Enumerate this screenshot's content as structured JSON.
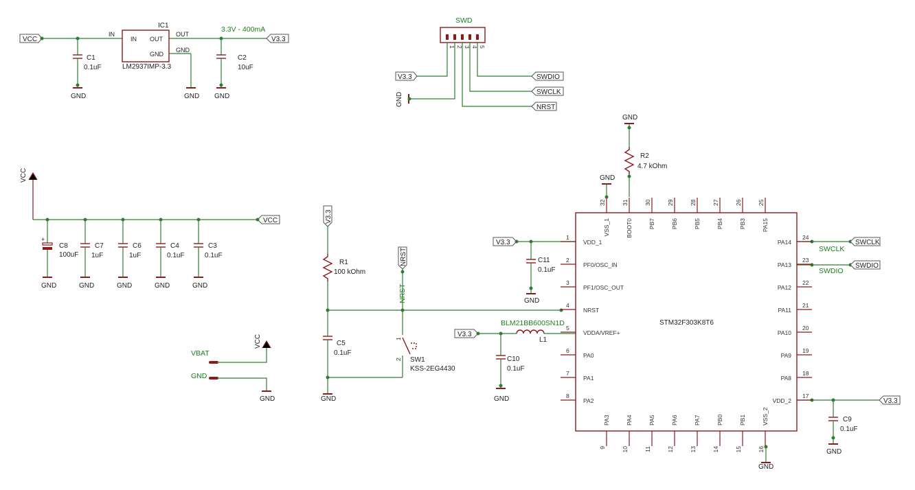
{
  "nets": {
    "vcc": "VCC",
    "v33": "V3.3",
    "gnd": "GND",
    "nrst": "NRST",
    "swdio": "SWDIO",
    "swclk": "SWCLK",
    "vbat": "VBAT"
  },
  "regulator": {
    "ref": "IC1",
    "part": "LM2937IMP-3.3",
    "pin_in": "IN",
    "pin_out": "OUT",
    "pin_gnd": "GND",
    "rail_label": "3.3V - 400mA"
  },
  "capacitors": {
    "c1": {
      "ref": "C1",
      "value": "0.1uF"
    },
    "c2": {
      "ref": "C2",
      "value": "10uF"
    },
    "c3": {
      "ref": "C3",
      "value": "0.1uF"
    },
    "c4": {
      "ref": "C4",
      "value": "0.1uF"
    },
    "c5": {
      "ref": "C5",
      "value": "0.1uF"
    },
    "c6": {
      "ref": "C6",
      "value": "1uF"
    },
    "c7": {
      "ref": "C7",
      "value": "1uF"
    },
    "c8": {
      "ref": "C8",
      "value": "100uF"
    },
    "c9": {
      "ref": "C9",
      "value": "0.1uF"
    },
    "c10": {
      "ref": "C10",
      "value": "0.1uF"
    },
    "c11": {
      "ref": "C11",
      "value": "0.1uF"
    }
  },
  "resistors": {
    "r1": {
      "ref": "R1",
      "value": "100 kOhm"
    },
    "r2": {
      "ref": "R2",
      "value": "4.7 kOhm"
    }
  },
  "inductor": {
    "ref": "L1",
    "part": "BLM21BB600SN1D"
  },
  "switch": {
    "ref": "SW1",
    "part": "KSS-2EG4430",
    "pin1": "1",
    "pin2": "2"
  },
  "swd_header": {
    "title": "SWD",
    "pins": [
      "1",
      "2",
      "3",
      "4",
      "5"
    ]
  },
  "mcu": {
    "part": "STM32F303K8T6",
    "left_pins": [
      {
        "num": "1",
        "name": "VDD_1"
      },
      {
        "num": "2",
        "name": "PF0/OSC_IN"
      },
      {
        "num": "3",
        "name": "PF1/OSC_OUT"
      },
      {
        "num": "4",
        "name": "NRST"
      },
      {
        "num": "5",
        "name": "VDDA/VREF+"
      },
      {
        "num": "6",
        "name": "PA0"
      },
      {
        "num": "7",
        "name": "PA1"
      },
      {
        "num": "8",
        "name": "PA2"
      }
    ],
    "right_pins": [
      {
        "num": "24",
        "name": "PA14"
      },
      {
        "num": "23",
        "name": "PA13"
      },
      {
        "num": "22",
        "name": "PA12"
      },
      {
        "num": "21",
        "name": "PA11"
      },
      {
        "num": "20",
        "name": "PA10"
      },
      {
        "num": "19",
        "name": "PA9"
      },
      {
        "num": "18",
        "name": "PA8"
      },
      {
        "num": "17",
        "name": "VDD_2"
      }
    ],
    "top_pins": [
      {
        "num": "32",
        "name": "VSS_1"
      },
      {
        "num": "31",
        "name": "BOOT0"
      },
      {
        "num": "30",
        "name": "PB7"
      },
      {
        "num": "29",
        "name": "PB6"
      },
      {
        "num": "28",
        "name": "PB5"
      },
      {
        "num": "27",
        "name": "PB4"
      },
      {
        "num": "26",
        "name": "PB3"
      },
      {
        "num": "25",
        "name": "PA15"
      }
    ],
    "bottom_pins": [
      {
        "num": "9",
        "name": "PA3"
      },
      {
        "num": "10",
        "name": "PA4"
      },
      {
        "num": "11",
        "name": "PA5"
      },
      {
        "num": "12",
        "name": "PA6"
      },
      {
        "num": "13",
        "name": "PA7"
      },
      {
        "num": "14",
        "name": "PB0"
      },
      {
        "num": "15",
        "name": "PB1"
      },
      {
        "num": "16",
        "name": "VSS_2"
      }
    ]
  },
  "wire_labels": {
    "nrst_net": "NRST",
    "swclk_net": "SWCLK",
    "swdio_net": "SWDIO",
    "vbat_net": "VBAT",
    "gnd_net": "GND"
  }
}
